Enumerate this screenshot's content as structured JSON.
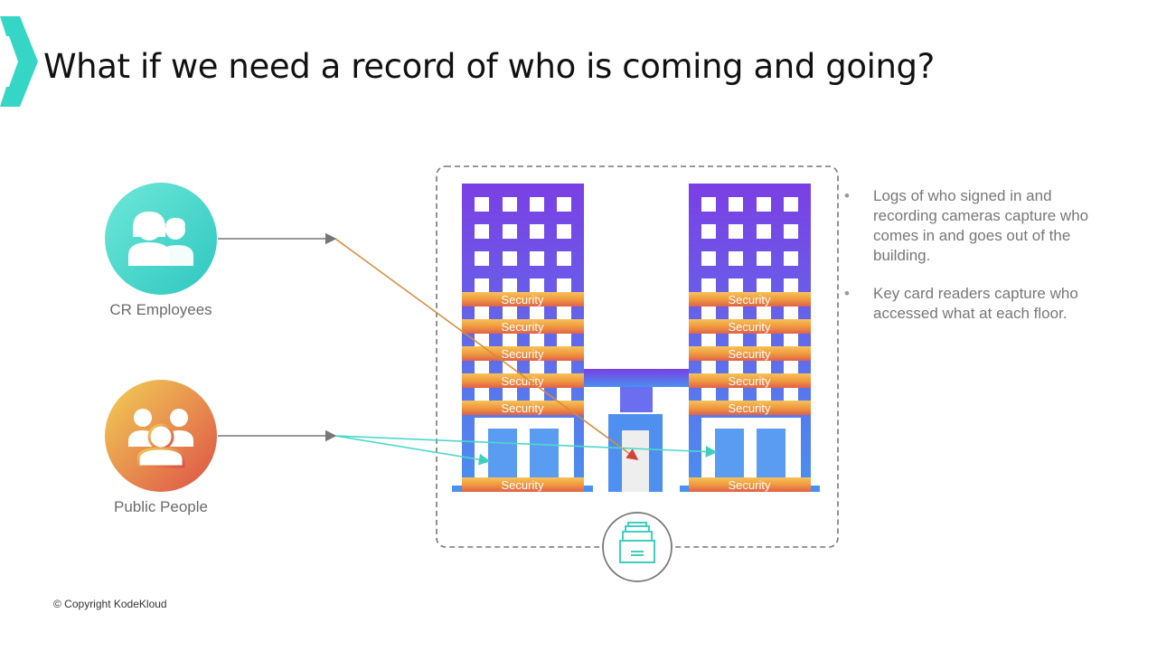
{
  "slide": {
    "title": "What if we need a record of who is coming and going?",
    "copyright": "© Copyright KodeKloud"
  },
  "actors": [
    {
      "label": "CR Employees",
      "icon": "employees-icon"
    },
    {
      "label": "Public People",
      "icon": "people-group-icon"
    }
  ],
  "security_label": "Security",
  "bullets": [
    "Logs of who signed in and recording cameras capture who comes in and goes out of the building.",
    "Key card readers capture who accessed what at each floor."
  ],
  "colors": {
    "accent": "#36d6c7",
    "employees_circle": "#3fd8c8",
    "public_circle_top": "#f0c24a",
    "public_circle_bottom": "#e0604a",
    "building_top": "#7b3fe4",
    "building_bottom": "#4a90f0",
    "security_bar": "#f0a040",
    "arrow_employees": "#d98a3a",
    "arrow_public": "#4dd8c8"
  }
}
